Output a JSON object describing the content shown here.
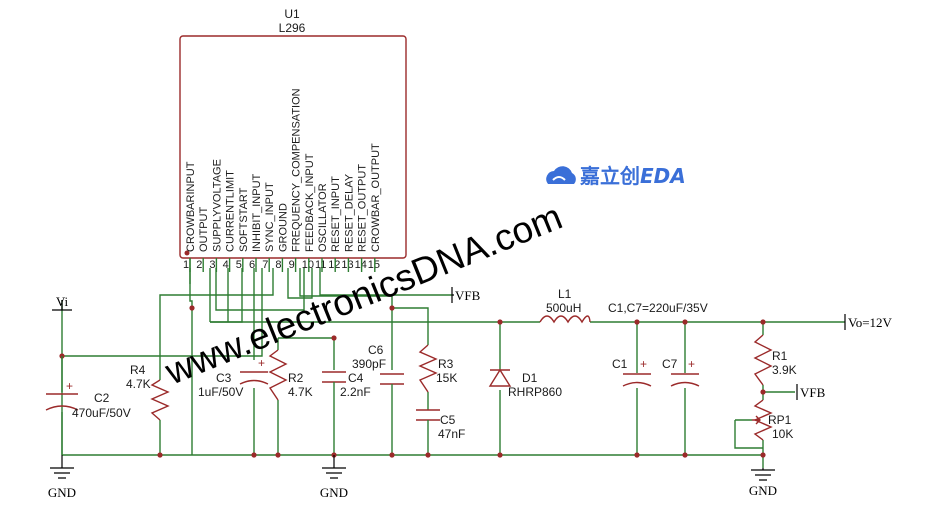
{
  "ic": {
    "ref": "U1",
    "part": "L296",
    "pins": [
      {
        "num": "1",
        "name": "CROWBARINPUT"
      },
      {
        "num": "2",
        "name": "OUTPUT"
      },
      {
        "num": "3",
        "name": "SUPPLYVOLTAGE"
      },
      {
        "num": "4",
        "name": "CURRENTLIMIT"
      },
      {
        "num": "5",
        "name": "SOFTSTART"
      },
      {
        "num": "6",
        "name": "INHIBIT_INPUT"
      },
      {
        "num": "7",
        "name": "SYNC_INPUT"
      },
      {
        "num": "8",
        "name": "GROUND"
      },
      {
        "num": "9",
        "name": "FREQUENCY_COMPENSATION"
      },
      {
        "num": "10",
        "name": "FEEDBACK_INPUT"
      },
      {
        "num": "11",
        "name": "OSCILLATOR"
      },
      {
        "num": "12",
        "name": "RESET_INPUT"
      },
      {
        "num": "13",
        "name": "RESET_DELAY"
      },
      {
        "num": "14",
        "name": "RESET_OUTPUT"
      },
      {
        "num": "15",
        "name": "CROWBAR_OUTPUT"
      }
    ]
  },
  "components": {
    "c2": {
      "ref": "C2",
      "value": "470uF/50V"
    },
    "r4": {
      "ref": "R4",
      "value": "4.7K"
    },
    "c3": {
      "ref": "C3",
      "value": "1uF/50V"
    },
    "r2": {
      "ref": "R2",
      "value": "4.7K"
    },
    "c4": {
      "ref": "C4",
      "value": "2.2nF"
    },
    "c6": {
      "ref": "C6",
      "value": "390pF"
    },
    "r3": {
      "ref": "R3",
      "value": "15K"
    },
    "c5": {
      "ref": "C5",
      "value": "47nF"
    },
    "d1": {
      "ref": "D1",
      "value": "RHRP860"
    },
    "l1": {
      "ref": "L1",
      "value": "500uH"
    },
    "c1": {
      "ref": "C1"
    },
    "c7": {
      "ref": "C7",
      "value": "C1,C7=220uF/35V"
    },
    "r1": {
      "ref": "R1",
      "value": "3.9K"
    },
    "rp1": {
      "ref": "RP1",
      "value": "10K"
    }
  },
  "nets": {
    "vin": "Vi",
    "gnd": "GND",
    "vfb": "VFB",
    "vout": "Vo=12V"
  },
  "watermark": "www.electronicsDNA.com",
  "brand": {
    "cn": "嘉立创",
    "en": "EDA",
    "icon": "cloud-icon"
  },
  "colors": {
    "wire": "#2e7d32",
    "symbol": "#9b2a2a",
    "text": "#1b1b1b",
    "brand": "#3a6fd8"
  }
}
